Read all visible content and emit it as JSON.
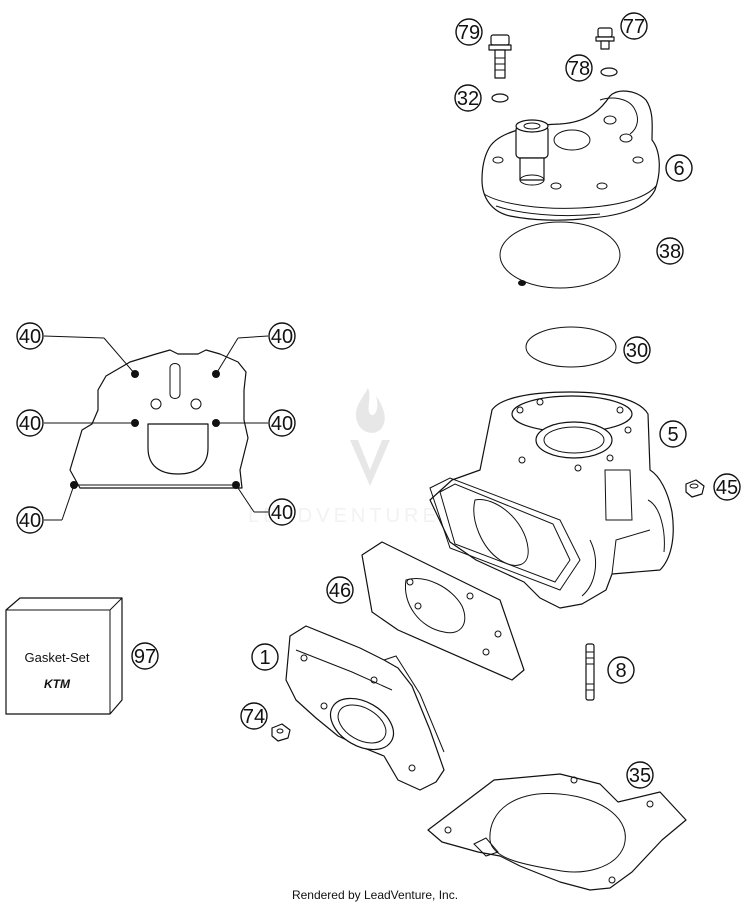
{
  "callouts": {
    "c79": "79",
    "c77": "77",
    "c78": "78",
    "c32": "32",
    "c6": "6",
    "c38": "38",
    "c30": "30",
    "c5": "5",
    "c45": "45",
    "c46": "46",
    "c1": "1",
    "c8": "8",
    "c74": "74",
    "c35": "35",
    "c97": "97",
    "c40a": "40",
    "c40b": "40",
    "c40c": "40",
    "c40d": "40",
    "c40e": "40",
    "c40f": "40"
  },
  "gasket_set": {
    "label": "Gasket-Set",
    "logo": "KTM"
  },
  "watermark": {
    "brand": "LEADVENTURE"
  },
  "footer": {
    "credit": "Rendered by LeadVenture, Inc."
  }
}
